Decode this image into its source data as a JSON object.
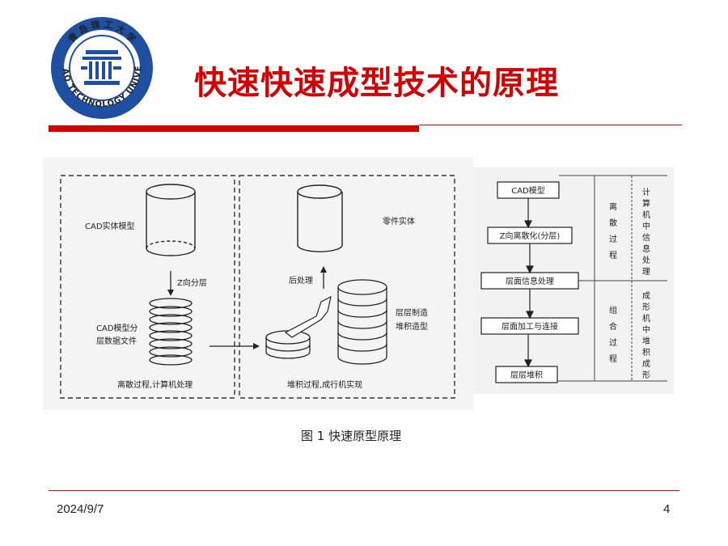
{
  "slide": {
    "title": "快速快速成型技术的原理",
    "date": "2024/9/7",
    "page_number": "4",
    "accent_color": "#d40000"
  },
  "logo": {
    "ring_text": "QINGDAO TECHNOLOGY UNIVERSITY",
    "top_text": "青 岛 理 工 大 学",
    "ring_color": "#1f4fa0"
  },
  "figure": {
    "caption": "图 1  快速原型原理",
    "left_panel": {
      "cad_model_label": "CAD实体模型",
      "slice_label": "Z向分层",
      "layer_file_label_1": "CAD模型分",
      "layer_file_label_2": "层数据文件",
      "footer": "离散过程,计算机处理"
    },
    "right_panel": {
      "part_label": "零件实体",
      "post_label": "后处理",
      "build_label_1": "层层制造",
      "build_label_2": "堆积造型",
      "footer": "堆积过程,成行机实现"
    },
    "flow": {
      "steps": [
        "CAD模型",
        "Z向离散化(分层)",
        "层面信息处理",
        "层面加工与连接",
        "层层堆积"
      ],
      "process_1": [
        "离",
        "散",
        "过",
        "程"
      ],
      "process_2": [
        "组",
        "合",
        "过",
        "程"
      ],
      "domain_1": [
        "计",
        "算",
        "机",
        "中",
        "信",
        "息",
        "处",
        "理"
      ],
      "domain_2": [
        "成",
        "形",
        "机",
        "中",
        "堆",
        "积",
        "成",
        "形"
      ]
    }
  }
}
